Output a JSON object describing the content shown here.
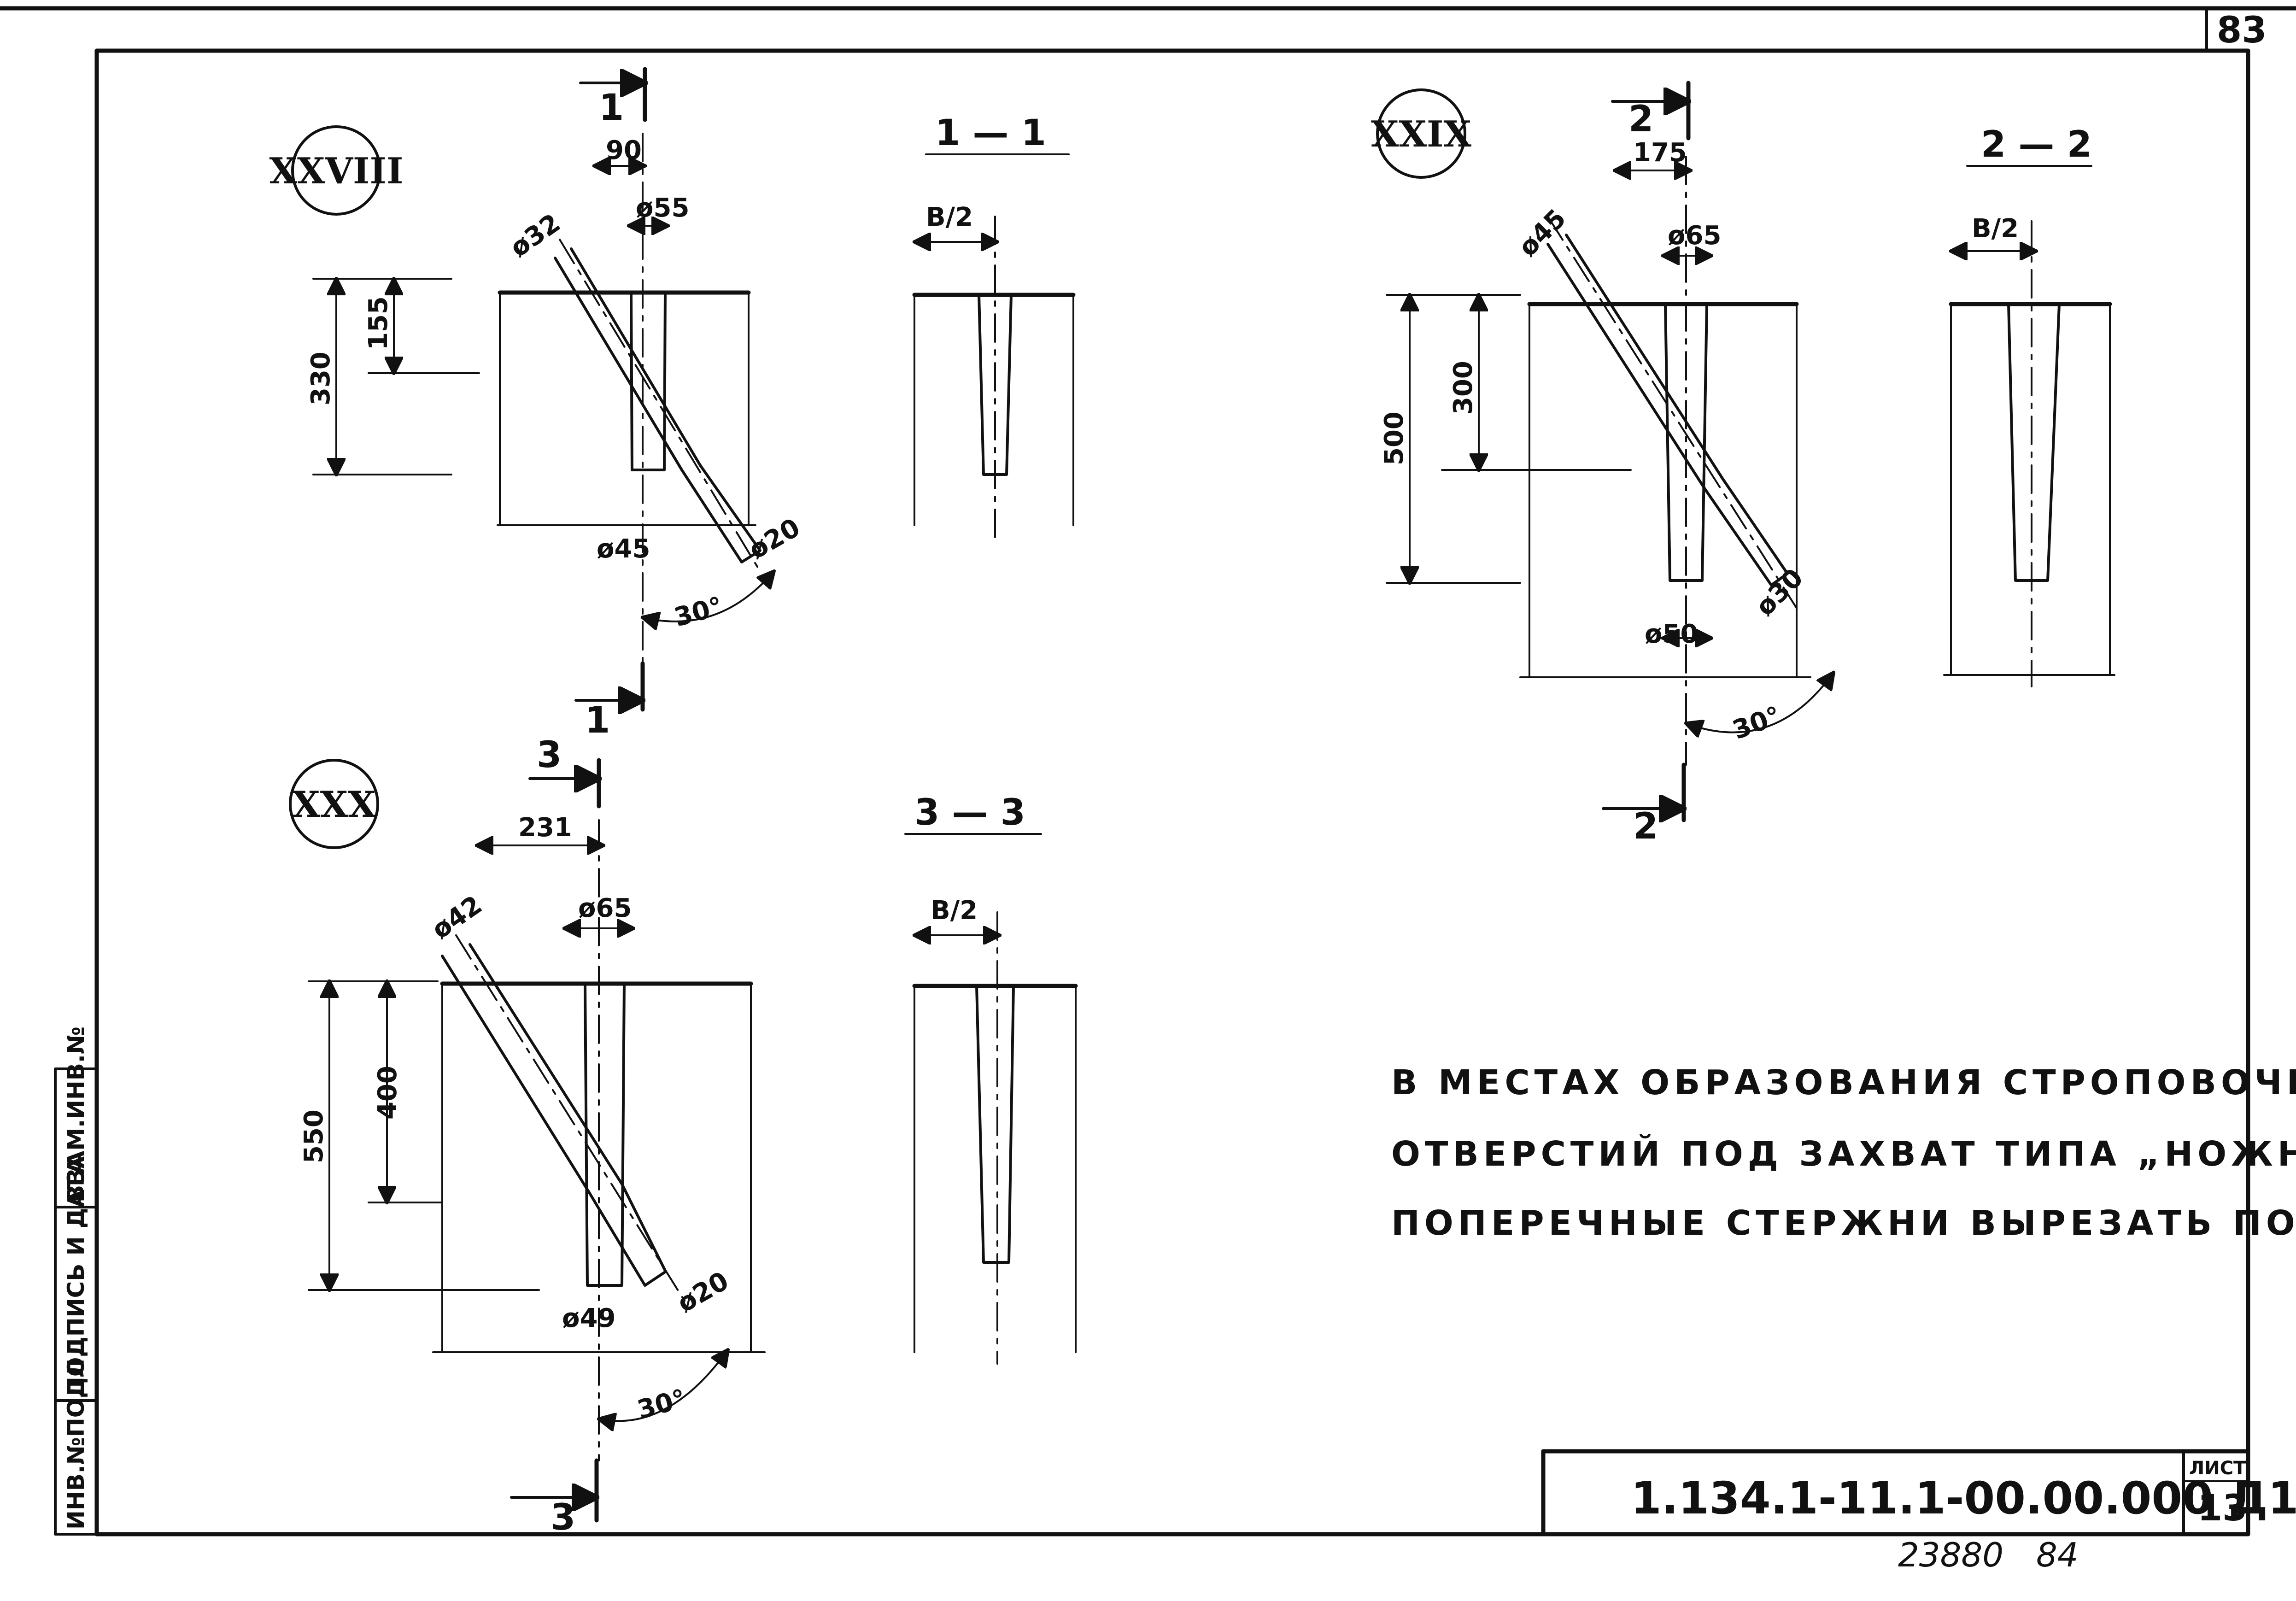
{
  "sheet": {
    "page_number": "83",
    "bottom_handwritten": [
      "23880",
      "84"
    ]
  },
  "details": {
    "xxviii": {
      "label": "XXVIII",
      "section_label": "1 — 1",
      "cut_mark": "1",
      "dims": {
        "offset": "90",
        "dia_top": "ø55",
        "dia_slant": "ø32",
        "depth_total": "330",
        "depth_upper": "155",
        "dia_bottom": "ø45",
        "dia_slant_end": "ø20",
        "angle": "30°",
        "half_width": "B/2"
      }
    },
    "xxix": {
      "label": "XXIX",
      "section_label": "2 — 2",
      "cut_mark": "2",
      "dims": {
        "offset": "175",
        "dia_top": "ø65",
        "dia_slant": "ø45",
        "depth_total": "500",
        "depth_upper": "300",
        "dia_bottom": "ø50",
        "dia_slant_end": "ø30",
        "angle": "30°",
        "half_width": "B/2"
      }
    },
    "xxx": {
      "label": "XXX",
      "section_label": "3 — 3",
      "cut_mark": "3",
      "dims": {
        "offset": "231",
        "dia_top": "ø65",
        "dia_slant": "ø42",
        "depth_total": "550",
        "depth_upper": "400",
        "dia_bottom": "ø49",
        "dia_slant_end": "ø20",
        "angle": "30°",
        "half_width": "B/2"
      }
    }
  },
  "note": {
    "lines": [
      "В МЕСТАХ ОБРАЗОВАНИЯ СТРОПОВОЧНЫХ",
      "ОТВЕРСТИЙ ПОД ЗАХВАТ ТИПА „НОЖНИЦЫ\"",
      "ПОПЕРЕЧНЫЕ СТЕРЖНИ ВЫРЕЗАТЬ ПО МЕСТУ."
    ]
  },
  "title_block": {
    "code": "1.134.1-11.1-00.00.000 Д1",
    "sheet_label": "ЛИСТ",
    "sheet_number": "13"
  },
  "side_stamp": {
    "cells": [
      "ИНВ.№ПОДЛ",
      "ПОДПИСЬ И ДАТА",
      "ВЗАМ.ИНВ.№"
    ]
  }
}
